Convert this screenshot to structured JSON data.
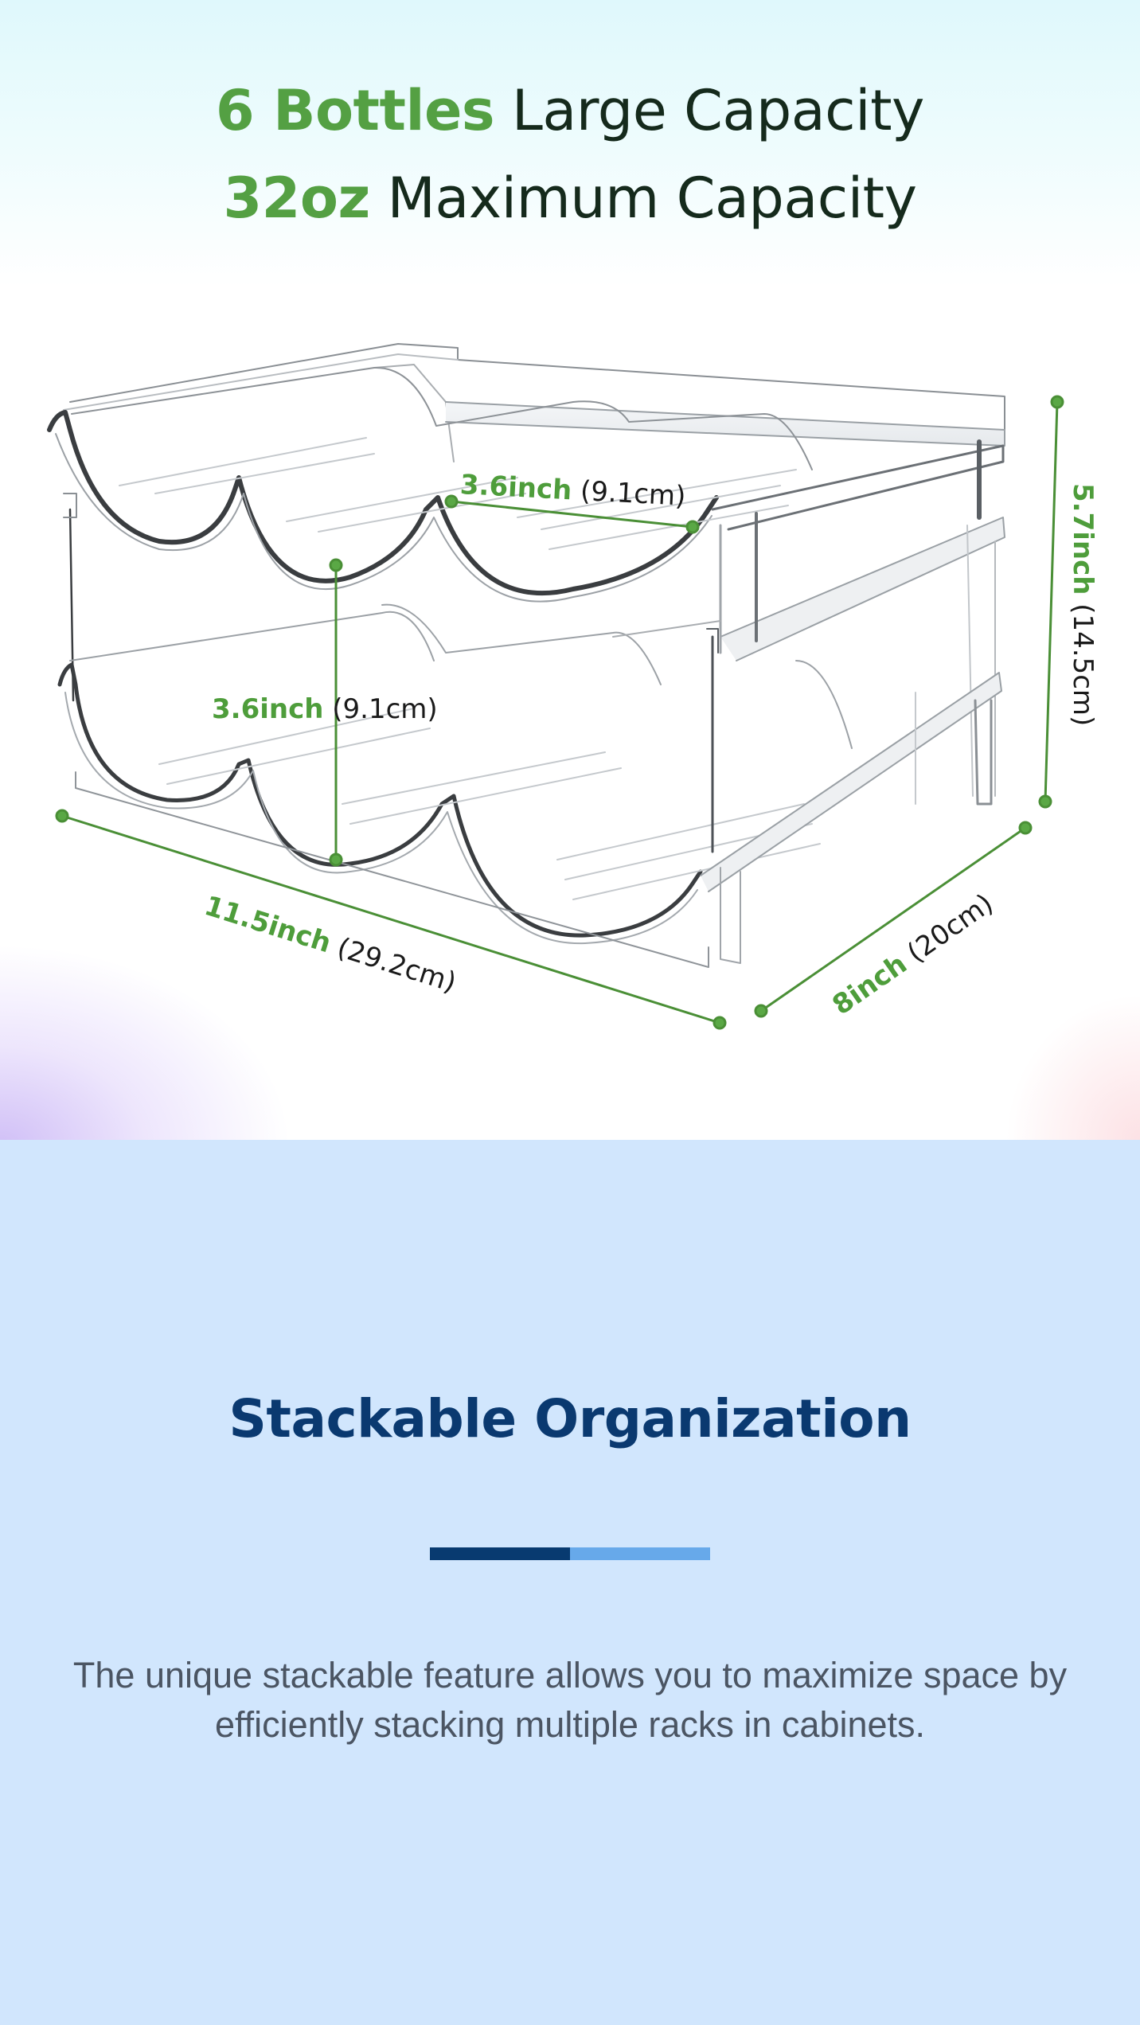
{
  "hero": {
    "headline": [
      {
        "accent": "6 Bottles",
        "rest": " Large Capacity"
      },
      {
        "accent": "32oz",
        "rest": " Maximum Capacity"
      }
    ],
    "product_image": "stackable-clear-water-bottle-rack-icon",
    "dimensions": {
      "slot_width": {
        "inch": "3.6inch",
        "cm": "(9.1cm)"
      },
      "tier_height": {
        "inch": "3.6inch",
        "cm": "(9.1cm)"
      },
      "height": {
        "inch": "5.7inch",
        "cm": "(14.5cm)"
      },
      "length": {
        "inch": "11.5inch",
        "cm": "(29.2cm)"
      },
      "depth": {
        "inch": "8inch",
        "cm": "(20cm)"
      }
    }
  },
  "feature": {
    "title": "Stackable Organization",
    "description": "The unique stackable feature allows you to maximize space by efficiently stacking multiple racks in cabinets."
  },
  "colors": {
    "accent_green": "#54a043",
    "dimension_line_green": "#4a8f36",
    "headline_dark": "#152a1c",
    "feature_bg": "#d1e6fd",
    "feature_title": "#0a3970",
    "divider_dark": "#083a70",
    "divider_light": "#67a9ea",
    "body_text": "#4b5563"
  }
}
